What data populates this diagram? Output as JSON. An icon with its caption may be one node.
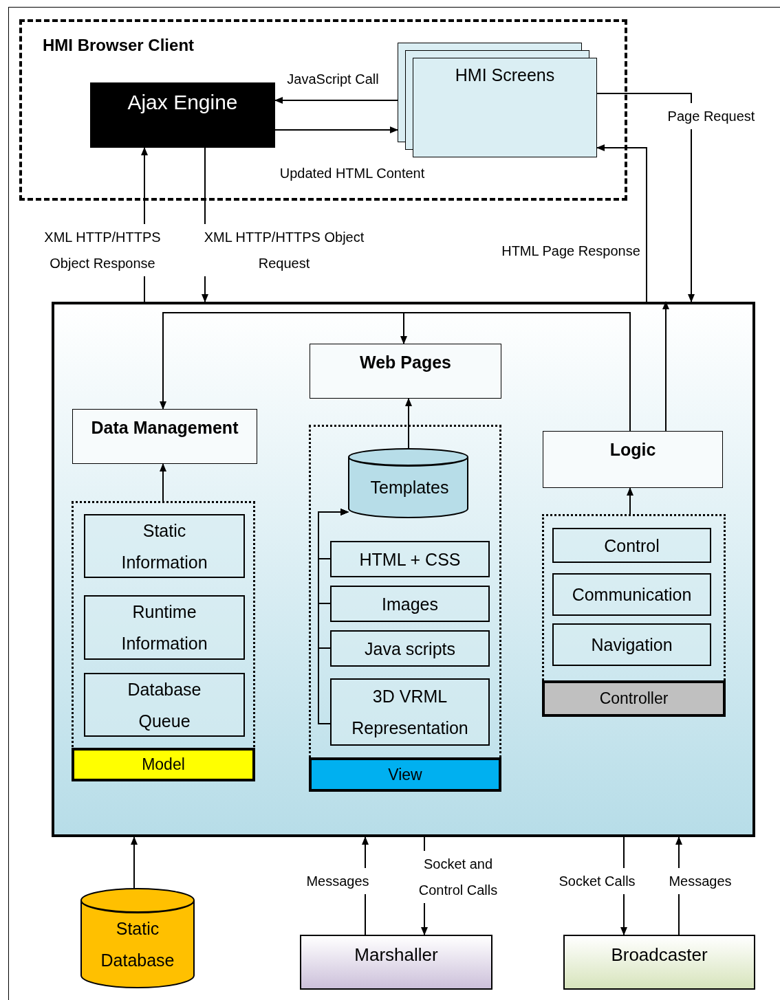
{
  "diagram": {
    "nodes": [
      {
        "text": [
          "HMI Browser Client"
        ]
      },
      {
        "text": [
          "Ajax Engine"
        ],
        "in": 0
      },
      {
        "text": [
          "HMI Screens"
        ],
        "in": 0
      },
      {
        "text": [],
        "shape": "box"
      },
      {
        "text": [
          "Data Management"
        ],
        "in": 3
      },
      {
        "text": [
          "Model"
        ],
        "in": 3
      },
      {
        "text": [
          "Static Information"
        ],
        "in": 5
      },
      {
        "text": [
          "Runtime Information"
        ],
        "in": 5
      },
      {
        "text": [
          "Database Queue"
        ],
        "in": 5
      },
      {
        "text": [
          "Web Pages"
        ],
        "in": 3
      },
      {
        "text": [
          "View"
        ],
        "in": 3
      },
      {
        "text": [
          "Templates"
        ],
        "in": 10
      },
      {
        "text": [
          "HTML + CSS"
        ],
        "in": 10
      },
      {
        "text": [
          "Images"
        ],
        "in": 10
      },
      {
        "text": [
          "Java scripts"
        ],
        "in": 10
      },
      {
        "text": [
          "3D VRML Representation"
        ],
        "in": 10
      },
      {
        "text": [
          "Logic"
        ],
        "in": 3
      },
      {
        "text": [
          "Controller"
        ],
        "in": 3
      },
      {
        "text": [
          "Control"
        ],
        "in": 17
      },
      {
        "text": [
          "Communication"
        ],
        "in": 17
      },
      {
        "text": [
          "Navigation"
        ],
        "in": 17
      },
      {
        "text": [
          "Static Database"
        ]
      },
      {
        "text": [
          "Marshaller"
        ]
      },
      {
        "text": [
          "Broadcaster"
        ]
      }
    ],
    "edges": [
      {
        "from": 2,
        "to": 1,
        "arrow": "to",
        "label": "JavaScript Call"
      },
      {
        "from": 1,
        "to": 2,
        "arrow": "to",
        "label": "Updated HTML Content"
      },
      {
        "from": 2,
        "to": 3,
        "arrow": "to",
        "label": "Page Request"
      },
      {
        "from": 3,
        "to": 2,
        "arrow": "to",
        "label": "HTML Page Response"
      },
      {
        "from": 3,
        "to": 1,
        "arrow": "to",
        "label": "XML HTTP/HTTPS Object Response"
      },
      {
        "from": 1,
        "to": 3,
        "arrow": "to",
        "label": "XML HTTP/HTTPS Object Request"
      },
      {
        "from": 16,
        "to": 3,
        "arrow": "to"
      },
      {
        "from": 16,
        "to": 4,
        "arrow": "to"
      },
      {
        "from": 16,
        "to": 9,
        "arrow": "to"
      },
      {
        "from": 11,
        "to": 9,
        "arrow": "to"
      },
      {
        "from": 5,
        "to": 4,
        "arrow": "to"
      },
      {
        "from": 17,
        "to": 16,
        "arrow": "to"
      },
      {
        "from": 12,
        "to": 11,
        "arrow": "to"
      },
      {
        "from": 13,
        "to": 11,
        "arrow": "to"
      },
      {
        "from": 14,
        "to": 11,
        "arrow": "to"
      },
      {
        "from": 15,
        "to": 11,
        "arrow": "to"
      },
      {
        "from": 21,
        "to": 3,
        "arrow": "to"
      },
      {
        "from": 22,
        "to": 3,
        "arrow": "to",
        "label": "Messages"
      },
      {
        "from": 3,
        "to": 22,
        "arrow": "to",
        "label": "Socket and Control Calls"
      },
      {
        "from": 3,
        "to": 23,
        "arrow": "to",
        "label": "Socket Calls"
      },
      {
        "from": 23,
        "to": 3,
        "arrow": "to",
        "label": "Messages"
      }
    ]
  }
}
